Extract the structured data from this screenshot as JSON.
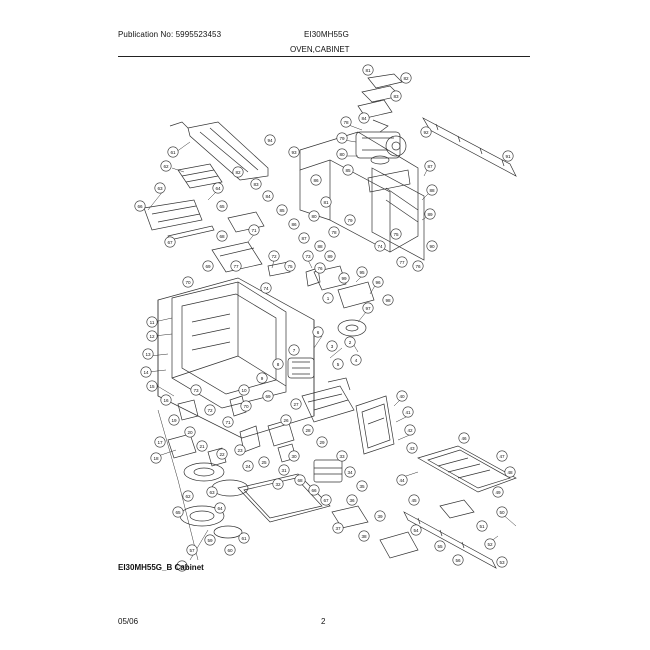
{
  "header": {
    "publication": "Publication No: 5995523453",
    "model": "EI30MH55G",
    "section": "OVEN,CABINET"
  },
  "diagram": {
    "caption": "EI30MH55G_B Cabinet",
    "callouts": [
      "61",
      "62",
      "63",
      "64",
      "65",
      "66",
      "67",
      "68",
      "69",
      "70",
      "71",
      "72",
      "73",
      "74",
      "75",
      "76",
      "77",
      "78",
      "79",
      "80",
      "81",
      "82",
      "83",
      "84",
      "85",
      "86",
      "87",
      "88",
      "89",
      "90",
      "91",
      "92",
      "93",
      "94",
      "95",
      "96",
      "97",
      "98",
      "99",
      "1",
      "2",
      "3",
      "4",
      "5",
      "6",
      "7",
      "8",
      "9",
      "10",
      "11",
      "12",
      "13",
      "14",
      "15",
      "16",
      "17",
      "18",
      "19",
      "20",
      "21",
      "22",
      "23",
      "24",
      "25",
      "26",
      "27",
      "28",
      "29",
      "30",
      "31",
      "32",
      "33",
      "34",
      "35",
      "36",
      "37",
      "38",
      "39",
      "40",
      "41",
      "42",
      "43",
      "44",
      "45",
      "46",
      "47",
      "48",
      "49",
      "50",
      "51",
      "52",
      "53",
      "54",
      "55",
      "56",
      "57",
      "58",
      "59",
      "60",
      "61",
      "62",
      "63",
      "64",
      "65",
      "66",
      "67",
      "68",
      "69",
      "70",
      "71",
      "72",
      "73",
      "74",
      "75",
      "76",
      "77",
      "78",
      "79",
      "80",
      "81",
      "82",
      "83",
      "84",
      "85",
      "86",
      "87",
      "88",
      "89"
    ]
  },
  "footer": {
    "date": "05/06",
    "page": "2"
  }
}
